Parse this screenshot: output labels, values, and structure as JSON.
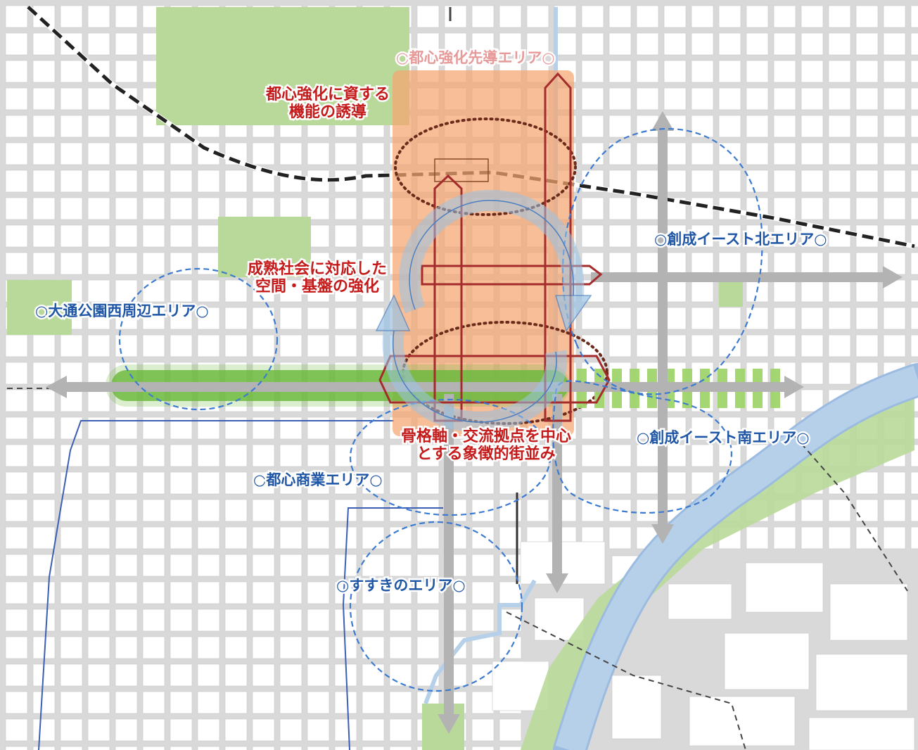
{
  "colors": {
    "block": "#ffffff",
    "street": "#d9d9d9",
    "block_edge": "#c8c8c8",
    "park": "#b9d99a",
    "river": "#b6d0ea",
    "river_edge": "#9bbbe0",
    "rail": "#222222",
    "tram": "#3b5fb5",
    "orange_zone": "#f4a570",
    "axis_red": "#a52c2c",
    "area_circle": "#3d7bd0",
    "gray_arrow": "#b3b3b3",
    "green_axis": "#6fba3f",
    "text_red": "#c41a1a",
    "text_blue": "#1f56a6",
    "text_pink": "#e79a9a"
  },
  "legend_marks": {
    "ring_symbol": "○"
  },
  "labels": {
    "toshin_kyoka_sendo": "都心強化先導エリア",
    "kinou_yudo_line1": "都心強化に資する",
    "kinou_yudo_line2": "機能の誘導",
    "seijuku_line1": "成熟社会に対応した",
    "seijuku_line2": "空間・基盤の強化",
    "kokkaku_line1": "骨格軸・交流拠点を中心",
    "kokkaku_line2": "とする象徴的街並み",
    "odori_west": "大通公園西周辺エリア",
    "sosei_north": "創成イースト北エリア",
    "sosei_south": "創成イースト南エリア",
    "toshin_shogyo": "都心商業エリア",
    "susukino": "すすきのエリア"
  }
}
